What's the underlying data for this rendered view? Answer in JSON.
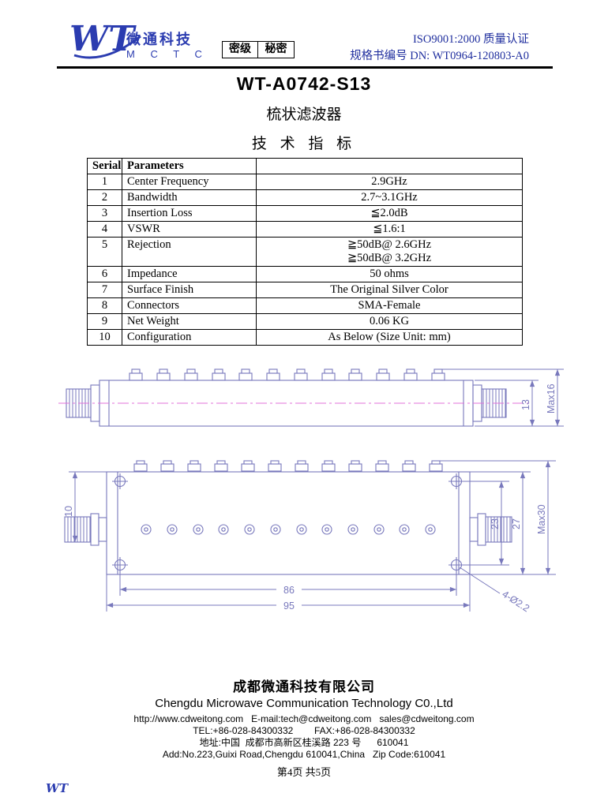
{
  "header": {
    "logo": {
      "wt": "WT",
      "cn": "微通科技",
      "mctc": "M C T C"
    },
    "classification": {
      "label": "密级",
      "value": "秘密"
    },
    "iso_line": "ISO9001:2000  质量认证",
    "doc_no_line": "规格书编号  DN: WT0964-120803-A0"
  },
  "title": "WT-A0742-S13",
  "subtitle": "梳状滤波器",
  "section_title": "技 术 指 标",
  "spec_table": {
    "col_serial": "Serial",
    "col_parameters": "Parameters",
    "rows": [
      {
        "serial": "1",
        "parameter": "Center Frequency",
        "value": "2.9GHz"
      },
      {
        "serial": "2",
        "parameter": "Bandwidth",
        "value": "2.7~3.1GHz"
      },
      {
        "serial": "3",
        "parameter": "Insertion Loss",
        "value": "≦2.0dB"
      },
      {
        "serial": "4",
        "parameter": "VSWR",
        "value": "≦1.6:1"
      },
      {
        "serial": "5",
        "parameter": "Rejection",
        "value": "≧50dB@ 2.6GHz",
        "value2": "≧50dB@ 3.2GHz"
      },
      {
        "serial": "6",
        "parameter": "Impedance",
        "value": "50 ohms"
      },
      {
        "serial": "7",
        "parameter": "Surface Finish",
        "value": "The Original Silver Color"
      },
      {
        "serial": "8",
        "parameter": "Connectors",
        "value": "SMA-Female"
      },
      {
        "serial": "9",
        "parameter": "Net Weight",
        "value": "0.06 KG"
      },
      {
        "serial": "10",
        "parameter": "Configuration",
        "value": "As Below (Size Unit: mm)"
      }
    ]
  },
  "drawings": {
    "side_view": {
      "dim_body_height": "13",
      "dim_max_height": "Max16"
    },
    "top_view": {
      "dim_offset": "10",
      "dim_inner_width": "23",
      "dim_body_width": "27",
      "dim_max_width": "Max30",
      "dim_hole_span": "86",
      "dim_length": "95",
      "hole_callout": "4-Ø2.2"
    }
  },
  "footer": {
    "company_cn": "成都微通科技有限公司",
    "company_en": "Chengdu Microwave Communication Technology C0.,Ltd",
    "web_line": "http://www.cdweitong.com   E-mail:tech@cdweitong.com   sales@cdweitong.com",
    "tel_line": "TEL:+86-028-84300332        FAX:+86-028-84300332",
    "addr_cn": "地址:中国  成都市高新区桂溪路 223 号      610041",
    "addr_en": "Add:No.223,Guixi Road,Chengdu 610041,China   Zip Code:610041",
    "page_info": "第4页  共5页",
    "corner_mark": "WT"
  }
}
